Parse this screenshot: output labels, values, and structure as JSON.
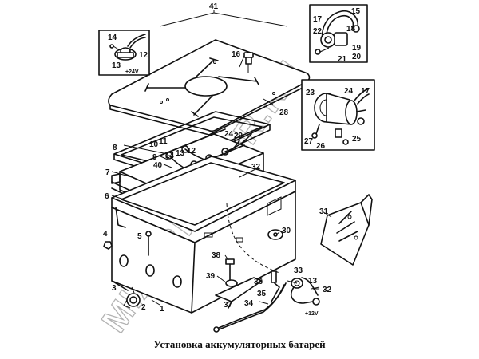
{
  "caption": "Установка аккумуляторных батарей",
  "watermark": "MIXERMOTOR.RU",
  "voltage_labels": {
    "main": "+12V",
    "inset": "+24V"
  },
  "callouts": {
    "n1": "1",
    "n2": "2",
    "n3": "3",
    "n4": "4",
    "n5": "5",
    "n6": "6",
    "n7": "7",
    "n8": "8",
    "n9": "9",
    "n10": "10",
    "n11": "11",
    "n12a": "12",
    "n12b": "12",
    "n13a": "13",
    "n13b": "13",
    "n14a": "14",
    "n14b": "14",
    "n15": "15",
    "n16": "16",
    "n17a": "17",
    "n17b": "17",
    "n18": "18",
    "n19": "19",
    "n20": "20",
    "n21": "21",
    "n22": "22",
    "n23": "23",
    "n24a": "24",
    "n24b": "24",
    "n25": "25",
    "n26": "26",
    "n27": "27",
    "n28": "28",
    "n29": "29",
    "n30": "30",
    "n31": "31",
    "n32a": "32",
    "n32b": "32",
    "n33": "33",
    "n34": "34",
    "n35": "35",
    "n36": "36",
    "n37": "37",
    "n38": "38",
    "n39": "39",
    "n40": "40",
    "n41": "41"
  }
}
